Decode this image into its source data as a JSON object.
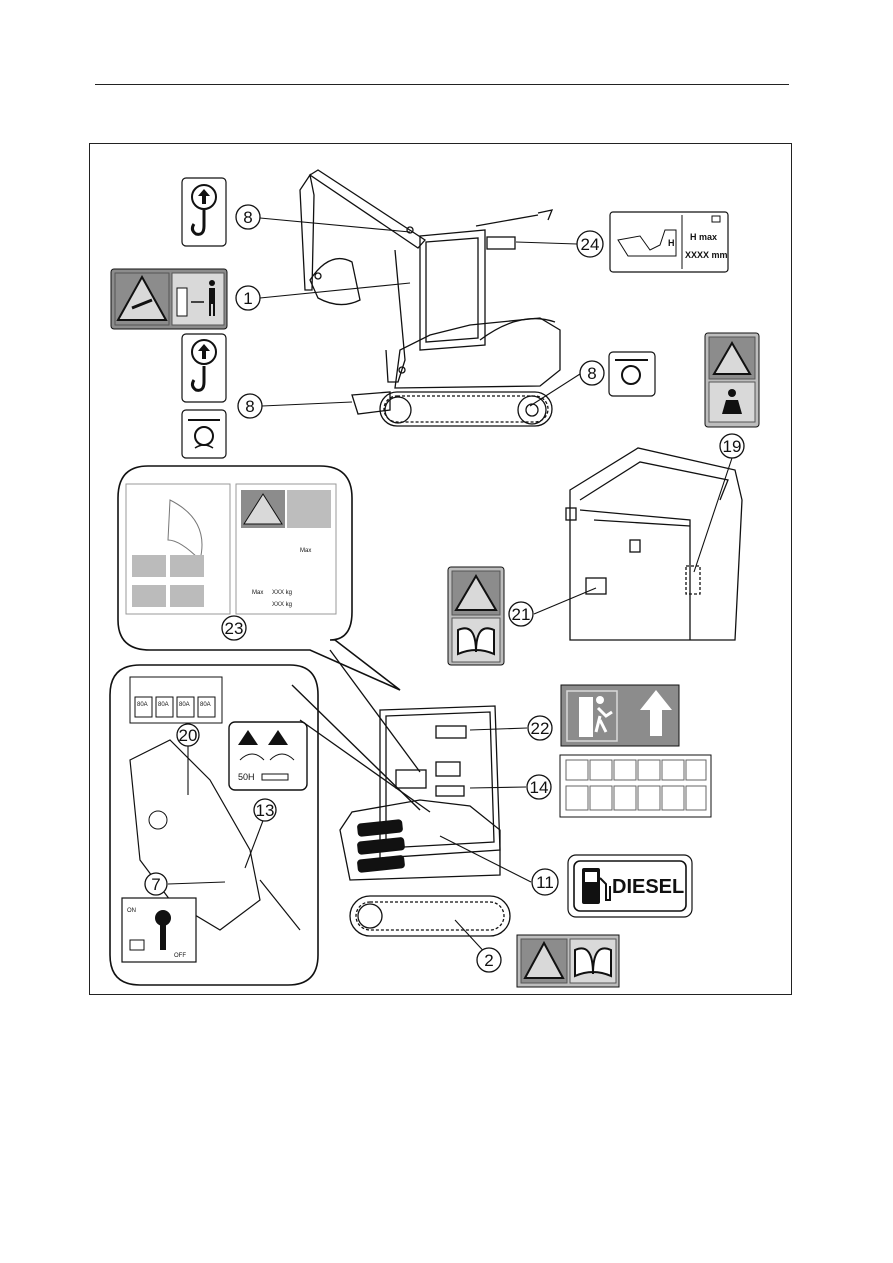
{
  "callouts": {
    "c8a": "8",
    "c1": "1",
    "c8b": "8",
    "c8c": "8",
    "c24": "24",
    "c19": "19",
    "c23": "23",
    "c21": "21",
    "c20": "20",
    "c13": "13",
    "c7": "7",
    "c22": "22",
    "c14": "14",
    "c11": "11",
    "c2": "2"
  },
  "decals": {
    "height_label_h": "H",
    "height_label_hmax": "H max",
    "height_label_xxxx": "XXXX mm",
    "diesel": "DIESEL",
    "battery_on": "ON",
    "battery_off": "OFF",
    "grease_interval": "50H",
    "fuse_80a": "80A",
    "max": "Max",
    "xxx_kg": "XXX kg"
  },
  "colors": {
    "decal_grey": "#8c8c8c",
    "decal_light": "#d9d9d9",
    "line": "#111111"
  }
}
